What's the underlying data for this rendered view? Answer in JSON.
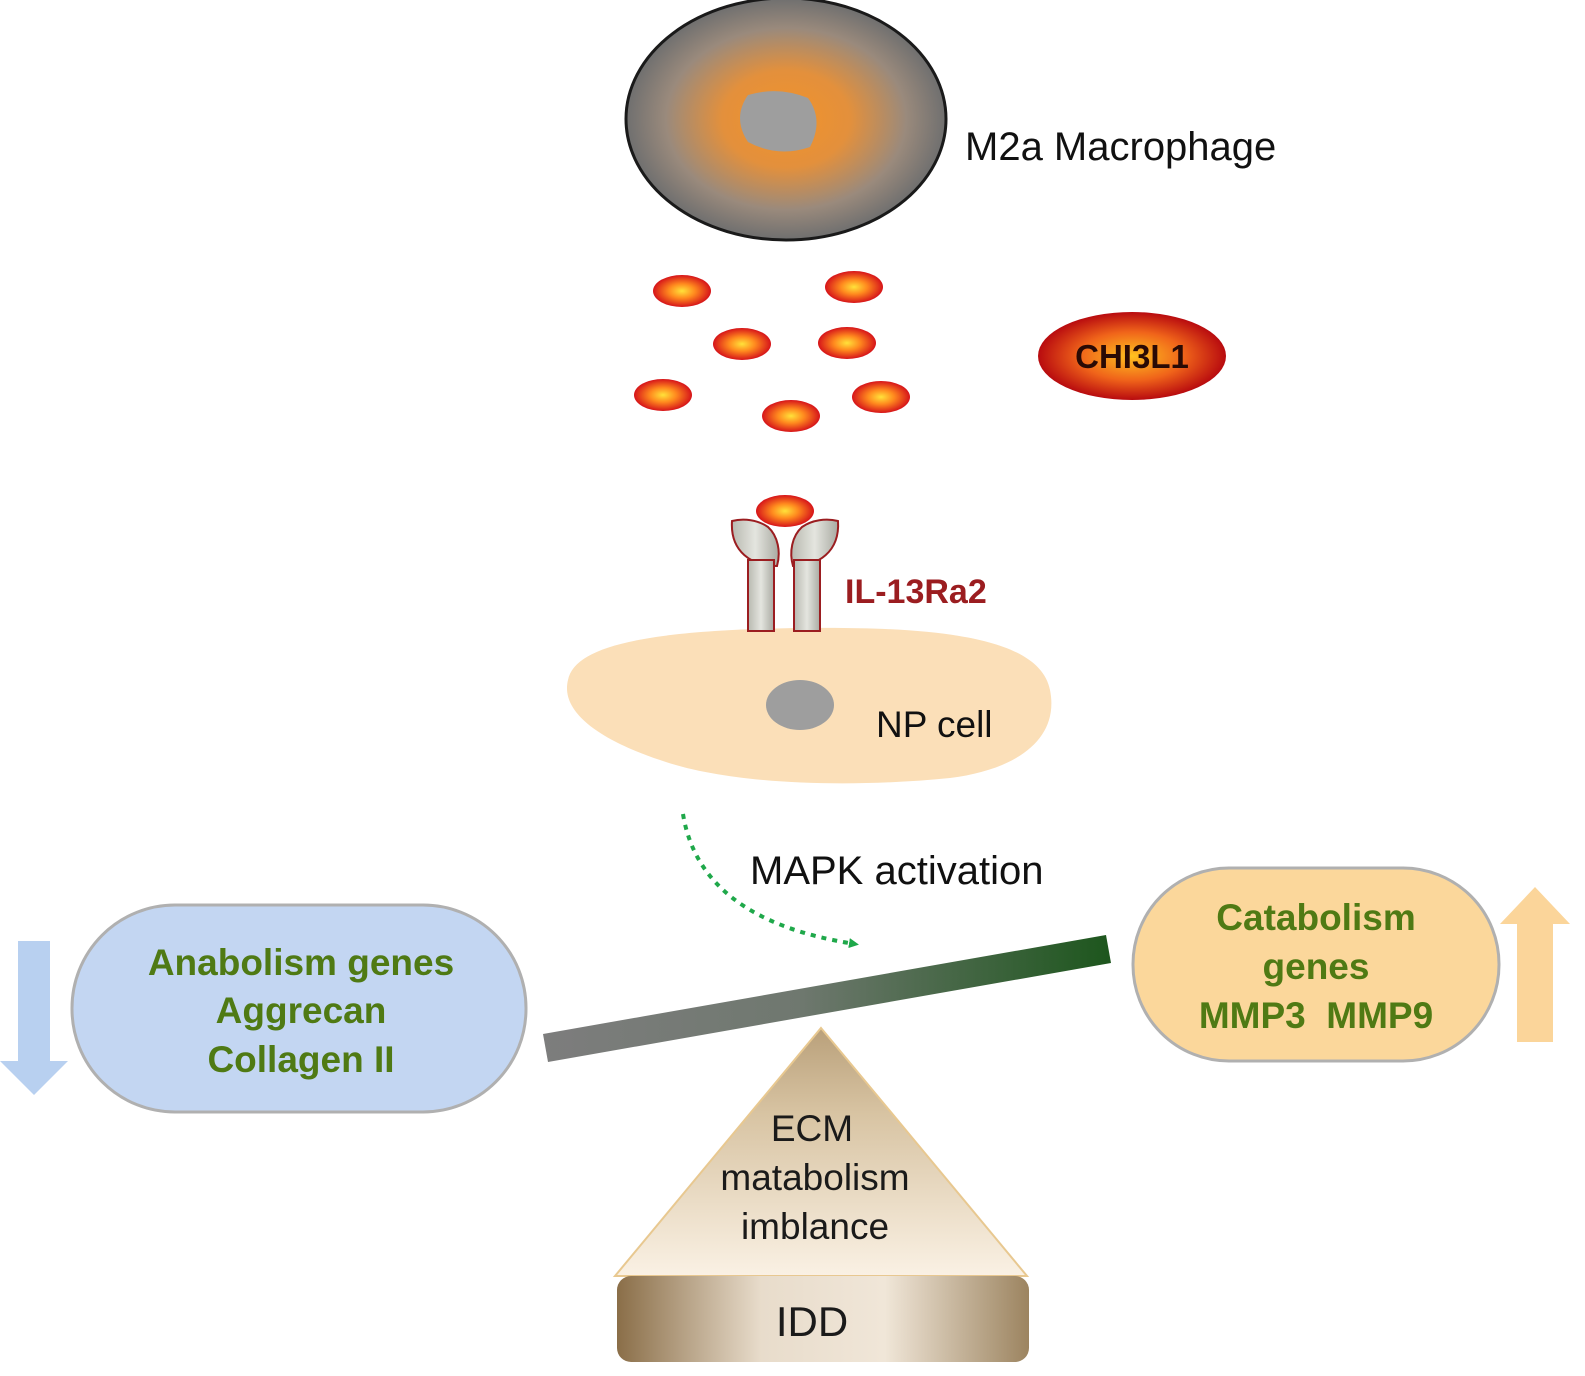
{
  "labels": {
    "macrophage": "M2a Macrophage",
    "chi3l1": "CHI3L1",
    "receptor": "IL-13Ra2",
    "np_cell": "NP cell",
    "mapk": "MAPK activation",
    "anabolism": [
      "Anabolism genes",
      "Aggrecan",
      "Collagen II"
    ],
    "catabolism": [
      "Catabolism",
      "genes",
      "MMP3  MMP9"
    ],
    "ecm": [
      "ECM",
      "matabolism",
      "imblance"
    ],
    "idd": "IDD"
  },
  "colors": {
    "label_green": "#4f7a14",
    "receptor_red": "#9b1d20",
    "macrophage_gray": "#8a8a8a",
    "macrophage_core": "#f0902a",
    "particle_red": "#e01818",
    "particle_yellow": "#ffd23a",
    "anabolism_fill": "#c3d6f2",
    "catabolism_fill": "#fbd79b",
    "down_arrow": "#b8d0f0",
    "up_arrow": "#fbd59a",
    "np_cell_fill": "#fbdfb8",
    "mapk_arrow": "#1fa84a",
    "beam_left": "#7b7b7b",
    "beam_right": "#1f5a1f",
    "pyramid_light": "#f6ead8",
    "pyramid_dark": "#b49a72"
  },
  "indicators": {
    "anabolism_trend": "down-arrow-icon",
    "catabolism_trend": "up-arrow-icon"
  }
}
